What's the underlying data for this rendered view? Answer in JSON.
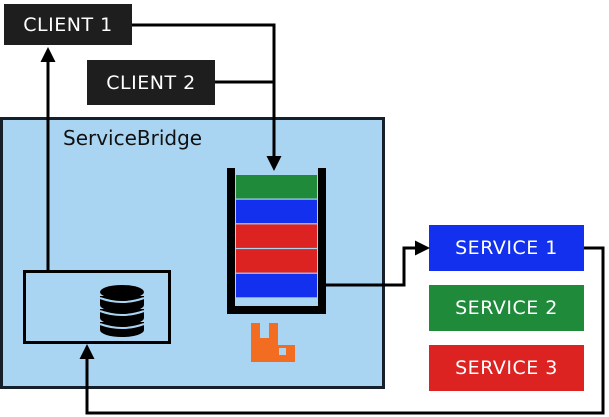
{
  "clients": [
    {
      "label": "CLIENT 1"
    },
    {
      "label": "CLIENT 2"
    }
  ],
  "bridge": {
    "title": "ServiceBridge"
  },
  "queue": {
    "message_colors": [
      "#1e8a3a",
      "#1230ee",
      "#dd2222",
      "#dd2222",
      "#1230ee"
    ]
  },
  "services": [
    {
      "label": "SERVICE 1",
      "color": "#1230ee"
    },
    {
      "label": "SERVICE 2",
      "color": "#1e8a3a"
    },
    {
      "label": "SERVICE 3",
      "color": "#dd2222"
    }
  ],
  "icons": {
    "database": "database-icon",
    "queue_logo": "rabbitmq-icon"
  },
  "colors": {
    "bridge_fill": "#aad5f2",
    "logo": "#f26d22",
    "wire": "#000000"
  }
}
